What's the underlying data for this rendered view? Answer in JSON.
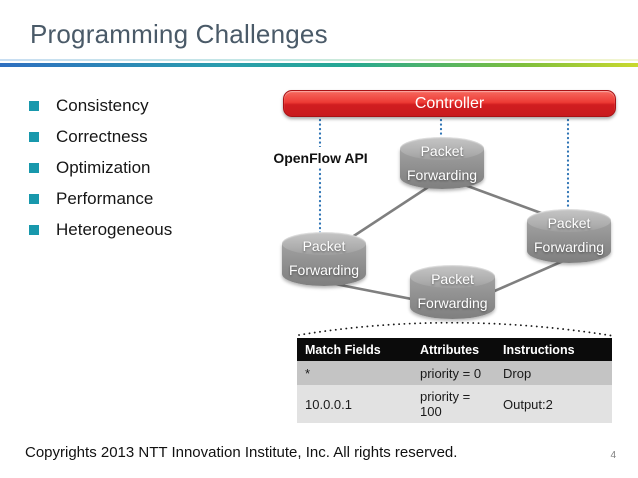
{
  "slide": {
    "title": "Programming Challenges",
    "footer": "Copyrights 2013 NTT Innovation Institute, Inc.  All rights reserved.",
    "page_number": "4"
  },
  "bullets": {
    "items": [
      {
        "label": "Consistency"
      },
      {
        "label": "Correctness"
      },
      {
        "label": "Optimization"
      },
      {
        "label": "Performance"
      },
      {
        "label": "Heterogeneous"
      }
    ]
  },
  "diagram": {
    "controller_label": "Controller",
    "api_label": "OpenFlow API",
    "node_label_line1": "Packet",
    "node_label_line2": "Forwarding"
  },
  "flow_table": {
    "headers": [
      "Match Fields",
      "Attributes",
      "Instructions"
    ],
    "rows": [
      [
        "*",
        "priority = 0",
        "Drop"
      ],
      [
        "10.0.0.1",
        "priority = 100",
        "Output:2"
      ]
    ]
  },
  "colors": {
    "accent_bar_start": "#2e6fc0",
    "accent_bar_mid": "#26a892",
    "accent_bar_end": "#c9d92e",
    "bullet_square": "#1898ac",
    "controller_red": "#d11d20",
    "dotted_blue": "#2e74b5",
    "connector_gray": "#7f7f7f",
    "table_header_bg": "#0b0b0b",
    "table_row1_bg": "#c4c4c4",
    "table_row2_bg": "#e2e2e2"
  }
}
